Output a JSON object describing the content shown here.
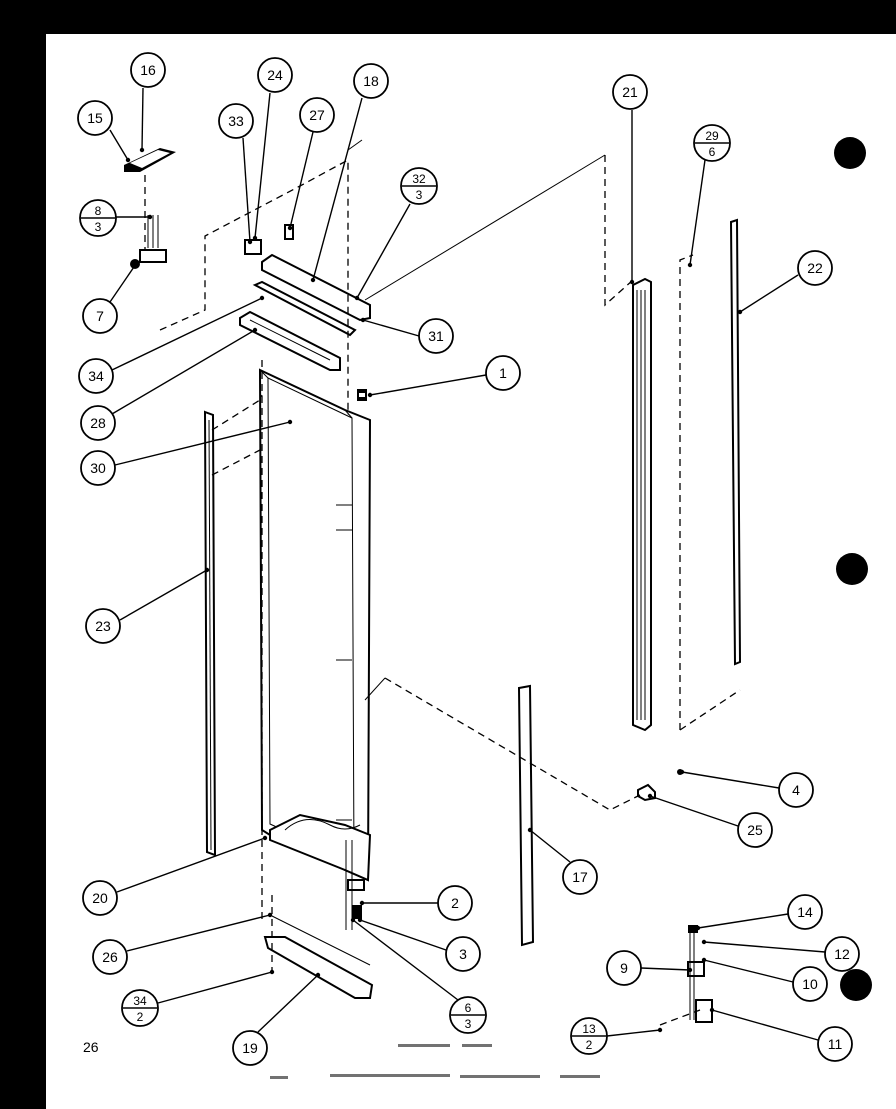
{
  "page_number": "26",
  "callouts": [
    {
      "id": "16",
      "label": "16"
    },
    {
      "id": "15",
      "label": "15"
    },
    {
      "id": "24",
      "label": "24"
    },
    {
      "id": "18",
      "label": "18"
    },
    {
      "id": "33",
      "label": "33"
    },
    {
      "id": "27",
      "label": "27"
    },
    {
      "id": "21",
      "label": "21"
    },
    {
      "id": "29-6",
      "num": "29",
      "den": "6"
    },
    {
      "id": "8-3",
      "num": "8",
      "den": "3"
    },
    {
      "id": "32-3",
      "num": "32",
      "den": "3"
    },
    {
      "id": "22",
      "label": "22"
    },
    {
      "id": "7",
      "label": "7"
    },
    {
      "id": "31",
      "label": "31"
    },
    {
      "id": "34",
      "label": "34"
    },
    {
      "id": "1",
      "label": "1"
    },
    {
      "id": "28",
      "label": "28"
    },
    {
      "id": "30",
      "label": "30"
    },
    {
      "id": "23",
      "label": "23"
    },
    {
      "id": "4",
      "label": "4"
    },
    {
      "id": "25",
      "label": "25"
    },
    {
      "id": "17",
      "label": "17"
    },
    {
      "id": "20",
      "label": "20"
    },
    {
      "id": "2",
      "label": "2"
    },
    {
      "id": "14",
      "label": "14"
    },
    {
      "id": "26",
      "label": "26"
    },
    {
      "id": "3",
      "label": "3"
    },
    {
      "id": "12",
      "label": "12"
    },
    {
      "id": "9",
      "label": "9"
    },
    {
      "id": "10",
      "label": "10"
    },
    {
      "id": "34-2",
      "num": "34",
      "den": "2"
    },
    {
      "id": "6-3",
      "num": "6",
      "den": "3"
    },
    {
      "id": "13-2",
      "num": "13",
      "den": "2"
    },
    {
      "id": "19",
      "label": "19"
    },
    {
      "id": "11",
      "label": "11"
    }
  ],
  "colors": {
    "paper": "#ffffff",
    "ink": "#000000",
    "border": "#000000"
  }
}
